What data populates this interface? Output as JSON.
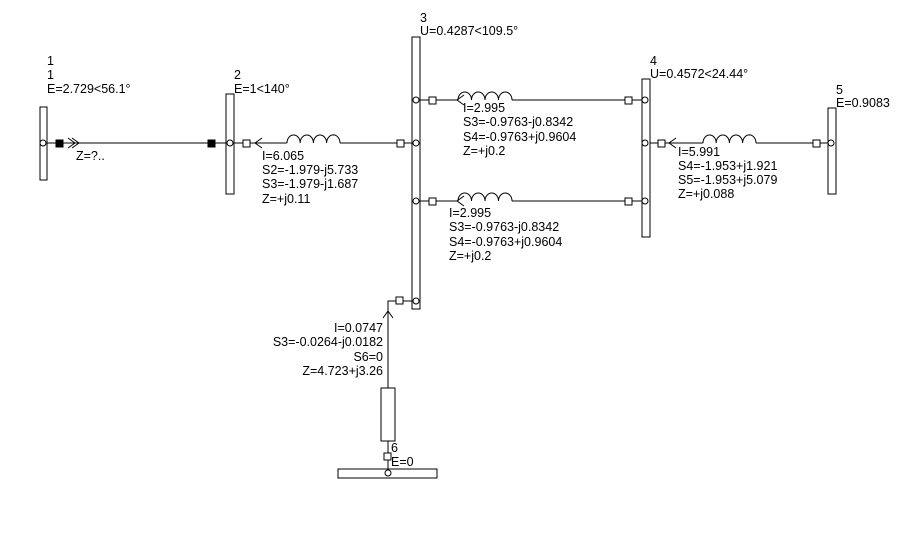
{
  "buses": [
    {
      "id": "bus-1",
      "number": "1",
      "name": "1",
      "value": "E=2.729<56.1°"
    },
    {
      "id": "bus-2",
      "number": "2",
      "value": "E=1<140°"
    },
    {
      "id": "bus-3",
      "number": "3",
      "value": "U=0.4287<109.5°"
    },
    {
      "id": "bus-4",
      "number": "4",
      "value": "U=0.4572<24.44°"
    },
    {
      "id": "bus-5",
      "number": "5",
      "value": "E=0.9083"
    },
    {
      "id": "bus-6",
      "number": "6",
      "value": "E=0"
    }
  ],
  "branches": [
    {
      "id": "line-1-2",
      "lines": [
        "Z=?.."
      ]
    },
    {
      "id": "line-2-3",
      "lines": [
        "I=6.065",
        "S2=-1.979-j5.733",
        "S3=-1.979-j1.687",
        "Z=+j0.11"
      ]
    },
    {
      "id": "line-3-4-upper",
      "lines": [
        "I=2.995",
        "S3=-0.9763-j0.8342",
        "S4=-0.9763+j0.9604",
        "Z=+j0.2"
      ]
    },
    {
      "id": "line-3-4-lower",
      "lines": [
        "I=2.995",
        "S3=-0.9763-j0.8342",
        "S4=-0.9763+j0.9604",
        "Z=+j0.2"
      ]
    },
    {
      "id": "line-4-5",
      "lines": [
        "I=5.991",
        "S4=-1.953+j1.921",
        "S5=-1.953+j5.079",
        "Z=+j0.088"
      ]
    },
    {
      "id": "line-3-6",
      "lines": [
        "I=0.0747",
        "S3=-0.0264-j0.0182",
        "S6=0",
        "Z=4.723+j3.26"
      ]
    }
  ]
}
